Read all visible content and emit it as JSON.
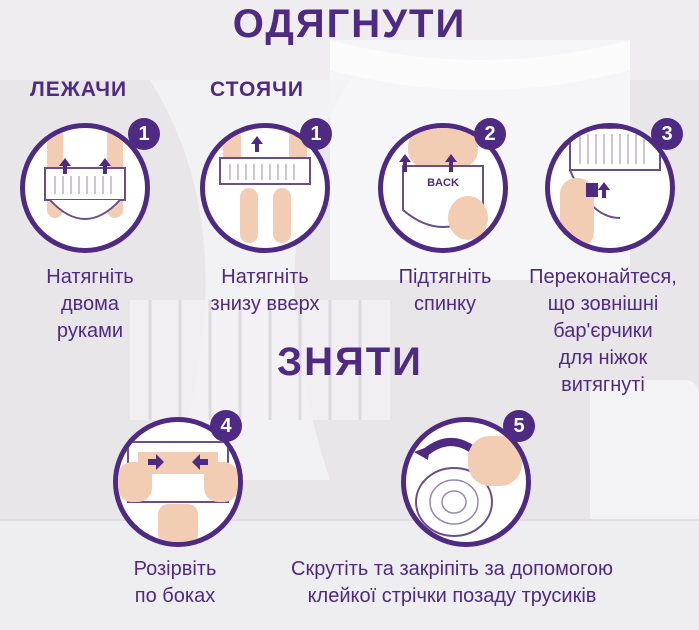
{
  "titles": {
    "put_on": "ОДЯГНУТИ",
    "take_off": "ЗНЯТИ"
  },
  "modes": {
    "lying": "ЛЕЖАЧИ",
    "standing": "СТОЯЧИ"
  },
  "steps": [
    {
      "number": "1",
      "lines": [
        "Натягніть",
        "двома",
        "руками"
      ]
    },
    {
      "number": "1",
      "lines": [
        "Натягніть",
        "знизу вверх"
      ]
    },
    {
      "number": "2",
      "lines": [
        "Підтягніть",
        "спинку"
      ],
      "diaper_text": "BACK"
    },
    {
      "number": "3",
      "lines": [
        "Переконайтеся,",
        "що зовнішні",
        "бар'єрчики",
        "для ніжок",
        "витягнуті"
      ]
    },
    {
      "number": "4",
      "lines": [
        "Розірвіть",
        "по боках"
      ]
    },
    {
      "number": "5",
      "lines": [
        "Скрутіть та закріпіть за допомогою",
        "клейкої стрічки позаду трусиків"
      ]
    }
  ],
  "colors": {
    "brand": "#4f2a83",
    "skin": "#f3cdb3",
    "bg": "#e9e7ea"
  }
}
